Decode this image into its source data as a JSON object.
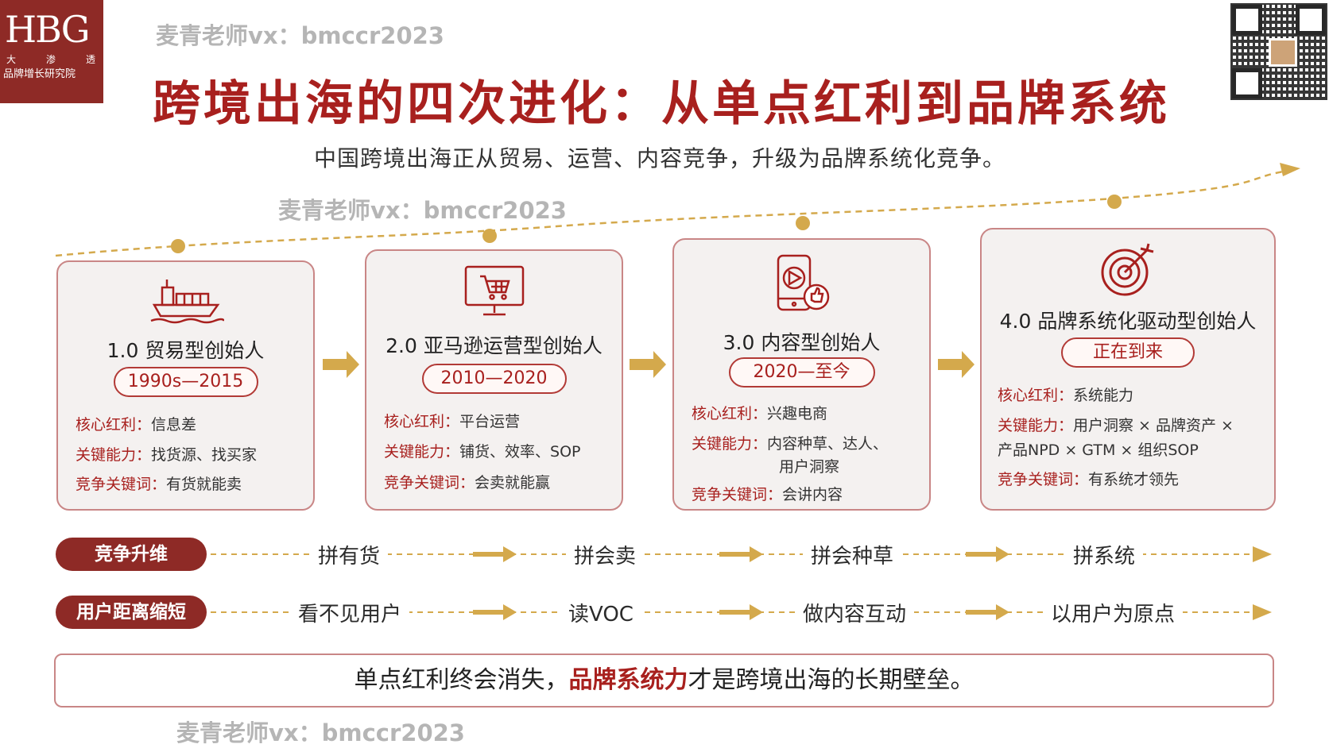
{
  "brand": {
    "logo_mark": "HBG",
    "logo_sub": [
      "大",
      "渗",
      "透"
    ],
    "logo_name": "品牌增长研究院"
  },
  "watermarks": [
    "麦青老师vx：bmccr2023",
    "麦青老师vx：bmccr2023",
    "麦青老师vx：bmccr2023"
  ],
  "title": "跨境出海的四次进化：从单点红利到品牌系统",
  "subtitle": "中国跨境出海正从贸易、运营、内容竞争，升级为品牌系统化竞争。",
  "colors": {
    "accent": "#a8201e",
    "dark_red": "#8e2a26",
    "gold": "#d4a94c"
  },
  "cards": [
    {
      "icon": "cargo-ship-icon",
      "title": "1.0 贸易型创始人",
      "period": "1990s—2015",
      "rows": [
        {
          "k": "核心红利：",
          "v": "信息差"
        },
        {
          "k": "关键能力：",
          "v": "找货源、找买家"
        },
        {
          "k": "竞争关键词：",
          "v": "有货就能卖"
        }
      ]
    },
    {
      "icon": "shopping-cart-monitor-icon",
      "title": "2.0 亚马逊运营型创始人",
      "period": "2010—2020",
      "rows": [
        {
          "k": "核心红利：",
          "v": "平台运营"
        },
        {
          "k": "关键能力：",
          "v": "铺货、效率、SOP"
        },
        {
          "k": "竞争关键词：",
          "v": "会卖就能赢"
        }
      ]
    },
    {
      "icon": "phone-video-like-icon",
      "title": "3.0 内容型创始人",
      "period": "2020—至今",
      "rows": [
        {
          "k": "核心红利：",
          "v": "兴趣电商"
        },
        {
          "k": "关键能力：",
          "v": "内容种草、达人、"
        },
        {
          "k": "",
          "v": "用户洞察"
        },
        {
          "k": "竞争关键词：",
          "v": "会讲内容"
        }
      ]
    },
    {
      "icon": "target-arrow-icon",
      "title": "4.0 品牌系统化驱动型创始人",
      "period": "正在到来",
      "rows": [
        {
          "k": "核心红利：",
          "v": "系统能力"
        },
        {
          "k": "关键能力：",
          "v": "用户洞察 × 品牌资产 ×"
        },
        {
          "k": "",
          "v": "产品NPD × GTM × 组织SOP"
        },
        {
          "k": "竞争关键词：",
          "v": "有系统才领先"
        }
      ]
    }
  ],
  "tracks": [
    {
      "label": "竞争升维",
      "stages": [
        "拼有货",
        "拼会卖",
        "拼会种草",
        "拼系统"
      ]
    },
    {
      "label": "用户距离缩短",
      "stages": [
        "看不见用户",
        "读VOC",
        "做内容互动",
        "以用户为原点"
      ]
    }
  ],
  "footer": {
    "pre": "单点红利终会消失，",
    "highlight": "品牌系统力",
    "post": "才是跨境出海的长期壁垒。"
  }
}
